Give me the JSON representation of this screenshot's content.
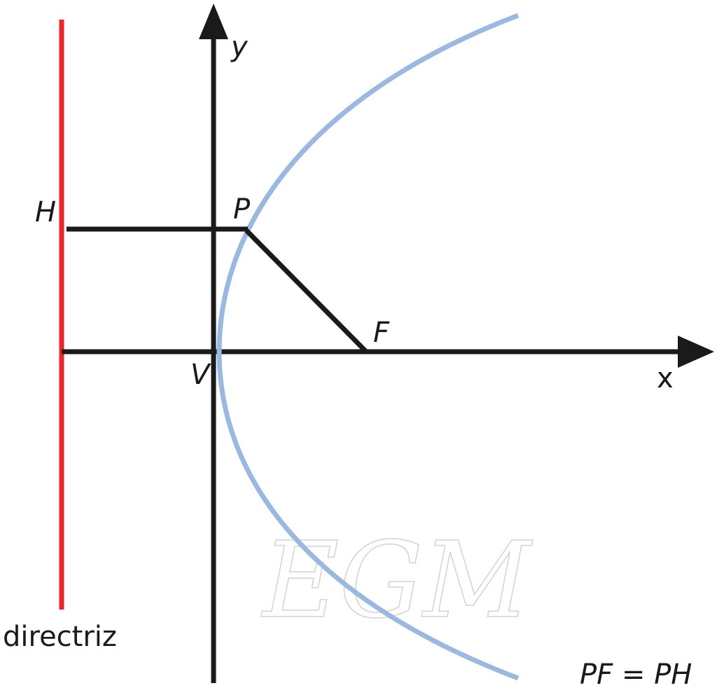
{
  "diagram": {
    "labels": {
      "y_axis": "y",
      "x_axis": "x",
      "point_h": "H",
      "point_p": "P",
      "point_f": "F",
      "vertex": "V",
      "directrix": "directriz",
      "equation": "PF = PH"
    },
    "watermark": "EGM",
    "colors": {
      "directrix": "#e8262b",
      "parabola": "#9ab8e0",
      "axes": "#1a1a1a"
    }
  }
}
